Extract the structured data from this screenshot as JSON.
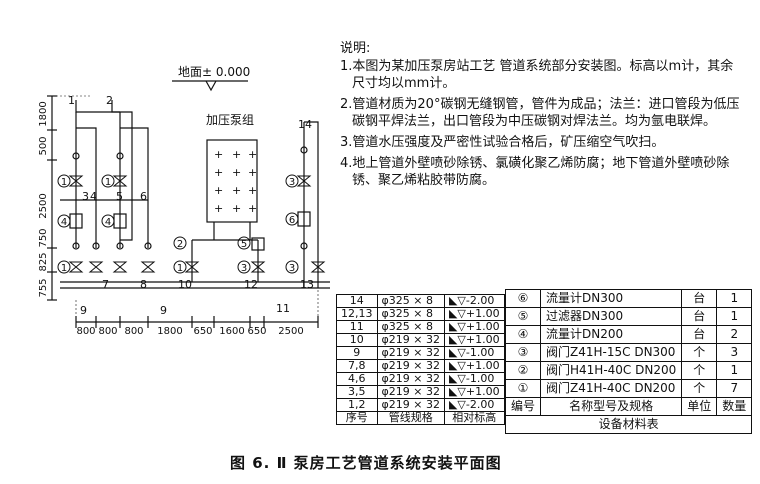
{
  "drawing": {
    "ground_label": "地面± 0.000",
    "pump_group_label": "加压泵组",
    "vertical_dims": [
      "1800",
      "500",
      "2500",
      "755",
      "825",
      "750"
    ],
    "horizontal_dims": [
      "800",
      "800",
      "800",
      "1800",
      "650",
      "1600",
      "650",
      "2500"
    ],
    "pipe_numbers": {
      "p1": "1",
      "p2": "2",
      "p3": "3",
      "p4": "4",
      "p5": "5",
      "p6": "6",
      "p7": "7",
      "p8": "8",
      "p9a": "9",
      "p9b": "9",
      "p10": "10",
      "p11": "11",
      "p12": "12",
      "p13": "13",
      "p14": "14"
    },
    "equipment_marks": [
      "1",
      "2",
      "3",
      "4",
      "5",
      "6"
    ]
  },
  "notes": {
    "title": "说明:",
    "items": [
      "1.本图为某加压泵房站工艺 管道系统部分安装图。标高以m计，其余尺寸均以mm计。",
      "2.管道材质为20°碳钢无缝钢管，管件为成品；法兰：进口管段为低压碳钢平焊法兰，出口管段为中压碳钢对焊法兰。均为氩电联焊。",
      "3.管道水压强度及严密性试验合格后，矿压缩空气吹扫。",
      "4.地上管道外壁喷砂除锈、氯磺化聚乙烯防腐；地下管道外壁喷砂除锈、聚乙烯粘胶带防腐。"
    ]
  },
  "pipe_table": {
    "rows": [
      {
        "no": "14",
        "spec": "φ325 × 8",
        "elev": "-2.00"
      },
      {
        "no": "12,13",
        "spec": "φ325 × 8",
        "elev": "+1.00"
      },
      {
        "no": "11",
        "spec": "φ325 × 8",
        "elev": "+1.00"
      },
      {
        "no": "10",
        "spec": "φ219 × 32",
        "elev": "+1.00"
      },
      {
        "no": "9",
        "spec": "φ219 × 32",
        "elev": "-1.00"
      },
      {
        "no": "7,8",
        "spec": "φ219 × 32",
        "elev": "+1.00"
      },
      {
        "no": "4,6",
        "spec": "φ219 × 32",
        "elev": "-1.00"
      },
      {
        "no": "3,5",
        "spec": "φ219 × 32",
        "elev": "+1.00"
      },
      {
        "no": "1,2",
        "spec": "φ219 × 32",
        "elev": "-2.00"
      }
    ],
    "header": {
      "no": "序号",
      "spec": "管线规格",
      "elev": "相对标高"
    }
  },
  "equipment_table": {
    "rows": [
      {
        "no": "⑥",
        "name": "流量计DN300",
        "unit": "台",
        "qty": "1"
      },
      {
        "no": "⑤",
        "name": "过滤器DN300",
        "unit": "台",
        "qty": "1"
      },
      {
        "no": "④",
        "name": "流量计DN200",
        "unit": "台",
        "qty": "2"
      },
      {
        "no": "③",
        "name": "阀门Z41H-15C DN300",
        "unit": "个",
        "qty": "3"
      },
      {
        "no": "②",
        "name": "阀门H41H-40C DN200",
        "unit": "个",
        "qty": "1"
      },
      {
        "no": "①",
        "name": "阀门Z41H-40C DN200",
        "unit": "个",
        "qty": "7"
      }
    ],
    "header": {
      "no": "编号",
      "name": "名称型号及规格",
      "unit": "单位",
      "qty": "数量"
    },
    "title": "设备材料表"
  },
  "caption": "图 6. Ⅱ   泵房工艺管道系统安装平面图"
}
